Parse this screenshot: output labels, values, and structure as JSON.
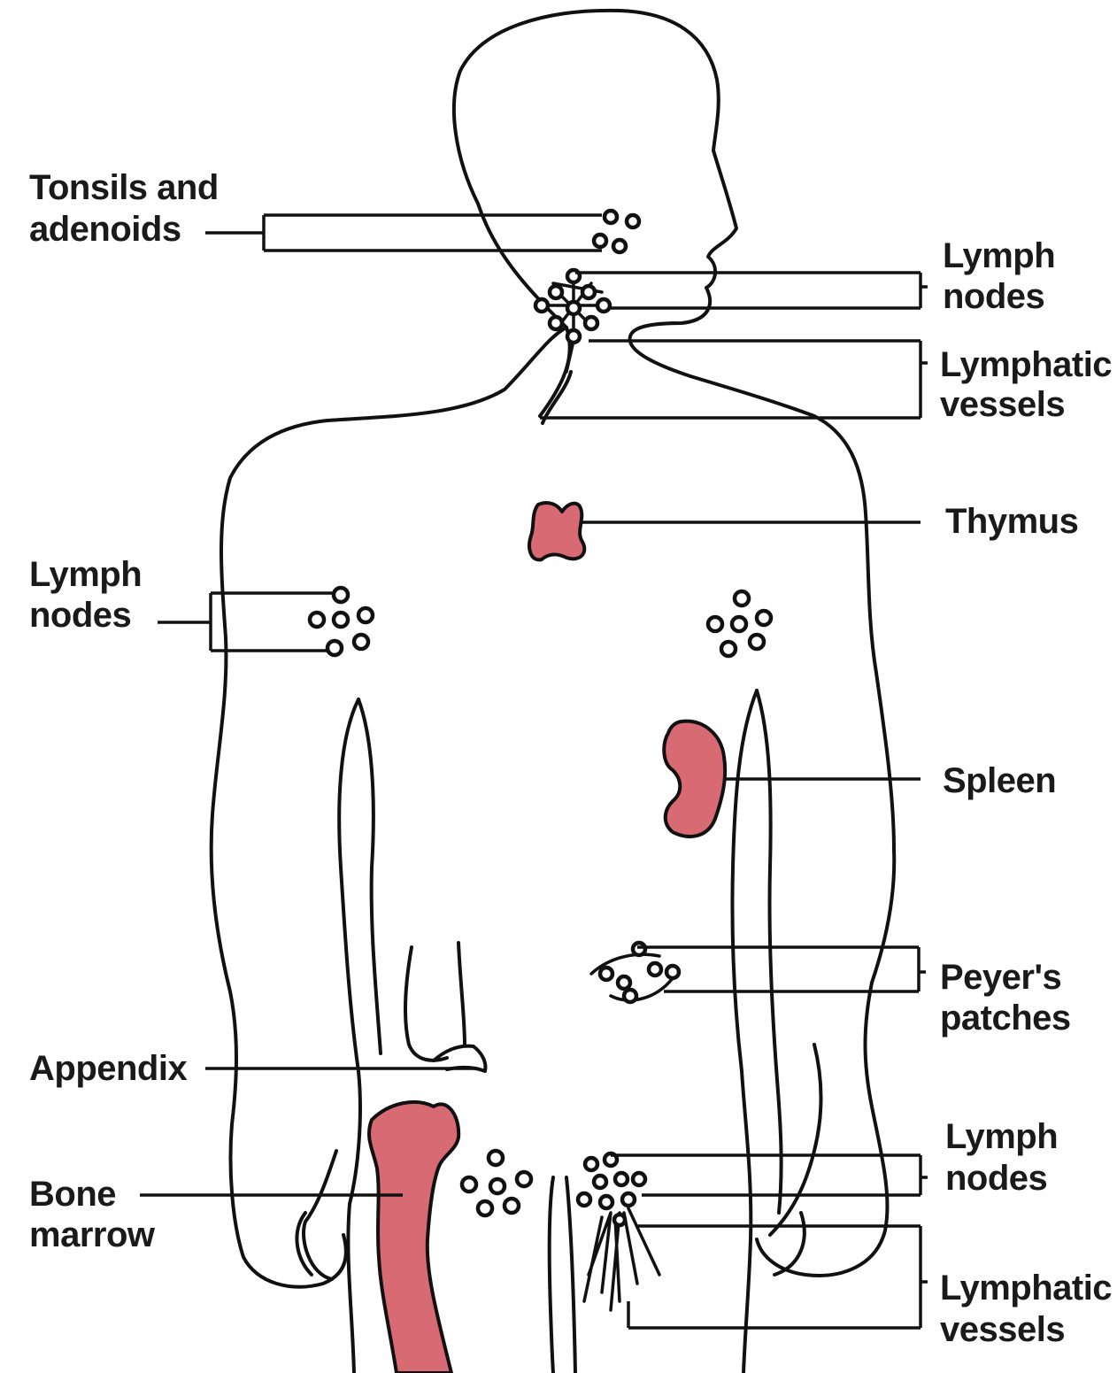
{
  "colors": {
    "organ_fill": "#d86a74",
    "outline": "#111111",
    "background": "#ffffff"
  },
  "labels": {
    "tonsils": [
      "Tonsils and",
      "adenoids"
    ],
    "lymph_nodes_neck": [
      "Lymph",
      "nodes"
    ],
    "lymphatic_vessels_neck": [
      "Lymphatic",
      "vessels"
    ],
    "thymus": "Thymus",
    "lymph_nodes_arm": [
      "Lymph",
      "nodes"
    ],
    "spleen": "Spleen",
    "peyers_patches": [
      "Peyer's",
      "patches"
    ],
    "appendix": "Appendix",
    "bone_marrow": [
      "Bone",
      "marrow"
    ],
    "lymph_nodes_groin": [
      "Lymph",
      "nodes"
    ],
    "lymphatic_vessels_groin": [
      "Lymphatic",
      "vessels"
    ]
  }
}
